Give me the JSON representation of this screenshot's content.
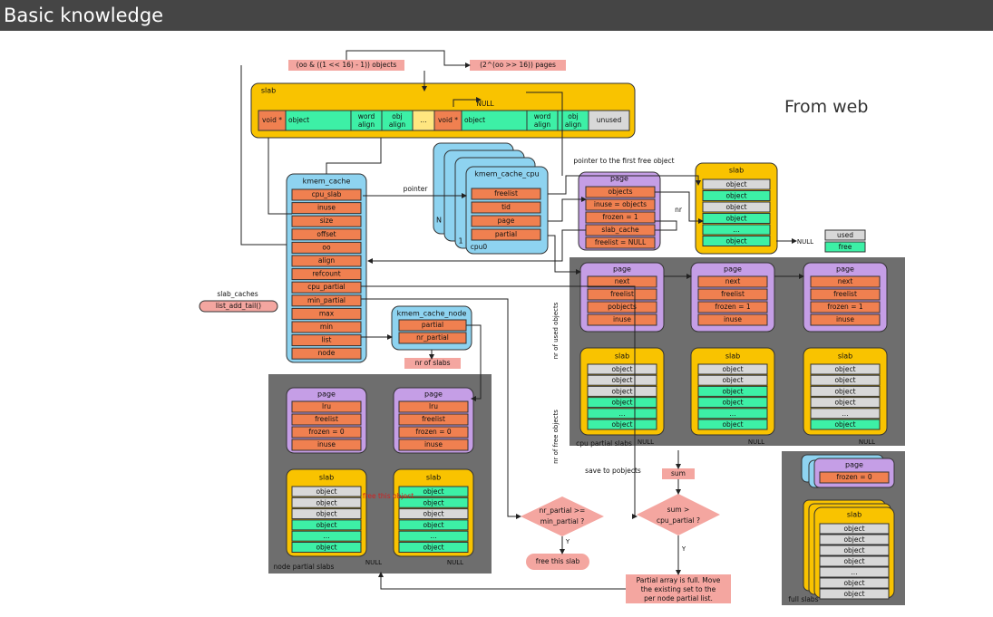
{
  "header": {
    "title": "Basic knowledge"
  },
  "note": "From web",
  "colors": {
    "cyan": "#8ed3f0",
    "orange": "#f08050",
    "purple": "#c59ee6",
    "yellow": "#f9c300",
    "green": "#3df0a6",
    "gray": "#d8d8d8",
    "pink": "#f4a6a0",
    "dark": "#6e6e6e",
    "header_bg": "#454545"
  },
  "top_labels": {
    "objects_expr": "(oo & ((1 << 16) - 1)) objects",
    "pages_expr": "(2^(oo >> 16)) pages"
  },
  "slab_strip": {
    "title": "slab",
    "null": "NULL",
    "cells": [
      "void *",
      "object",
      "word align",
      "obj align",
      "...",
      "void *",
      "object",
      "word align",
      "obj align",
      "unused"
    ]
  },
  "kmem_cache": {
    "title": "kmem_cache",
    "fields": [
      "cpu_slab",
      "inuse",
      "size",
      "offset",
      "oo",
      "align",
      "refcount",
      "cpu_partial",
      "min_partial",
      "max",
      "min",
      "list",
      "node"
    ]
  },
  "slab_caches": {
    "label": "slab_caches",
    "button": "list_add_tail()"
  },
  "kmem_cache_cpu": {
    "title": "kmem_cache_cpu",
    "fields": [
      "freelist",
      "tid",
      "page",
      "partial"
    ],
    "n_label": "N",
    "one_label": "1",
    "cpu0": "cpu0"
  },
  "labels": {
    "pointer": "pointer",
    "pointer_first": "pointer to the first free object",
    "nr": "nr",
    "nr_of_slabs": "nr of slabs",
    "nr_used": "nr of used objects",
    "nr_free": "nr of free objects",
    "free_this_object": "free this object",
    "save_to": "save to pobjects",
    "null": "NULL",
    "y": "Y"
  },
  "page_main": {
    "title": "page",
    "fields": [
      "objects",
      "inuse = objects",
      "frozen = 1",
      "slab_cache",
      "freelist = NULL"
    ]
  },
  "slab_main": {
    "title": "slab",
    "objects": [
      "object",
      "object",
      "object",
      "object",
      "...",
      "object"
    ]
  },
  "legend": {
    "used": "used",
    "free": "free"
  },
  "kmem_cache_node": {
    "title": "kmem_cache_node",
    "fields": [
      "partial",
      "nr_partial"
    ]
  },
  "cpu_pages": [
    {
      "title": "page",
      "fields": [
        "next",
        "freelist",
        "pobjects",
        "inuse"
      ]
    },
    {
      "title": "page",
      "fields": [
        "next",
        "freelist",
        "frozen = 1",
        "inuse"
      ]
    },
    {
      "title": "page",
      "fields": [
        "next",
        "freelist",
        "frozen = 1",
        "inuse"
      ]
    }
  ],
  "cpu_slabs": {
    "title": "slab",
    "objects": [
      "object",
      "object",
      "object",
      "object",
      "...",
      "object"
    ]
  },
  "cpu_partial_label": "cpu partial slabs",
  "node_pages": [
    {
      "title": "page",
      "fields": [
        "lru",
        "freelist",
        "frozen = 0",
        "inuse"
      ]
    },
    {
      "title": "page",
      "fields": [
        "lru",
        "freelist",
        "frozen = 0",
        "inuse"
      ]
    }
  ],
  "node_slabs": {
    "title": "slab",
    "objects": [
      "object",
      "object",
      "object",
      "object",
      "...",
      "object"
    ]
  },
  "node_partial_label": "node partial slabs",
  "flow": {
    "cond1": "nr_partial >= min_partial ?",
    "free_slab": "free this slab",
    "sum": "sum",
    "cond2": "sum > cpu_partial ?",
    "full_msg": "Partial array is full. Move the existing set to the per node partial list."
  },
  "full": {
    "page_title": "page",
    "frozen": "frozen = 0",
    "slab_title": "slab",
    "objects": [
      "object",
      "object",
      "object",
      "object",
      "...",
      "object",
      "object"
    ],
    "label": "full slabs"
  }
}
